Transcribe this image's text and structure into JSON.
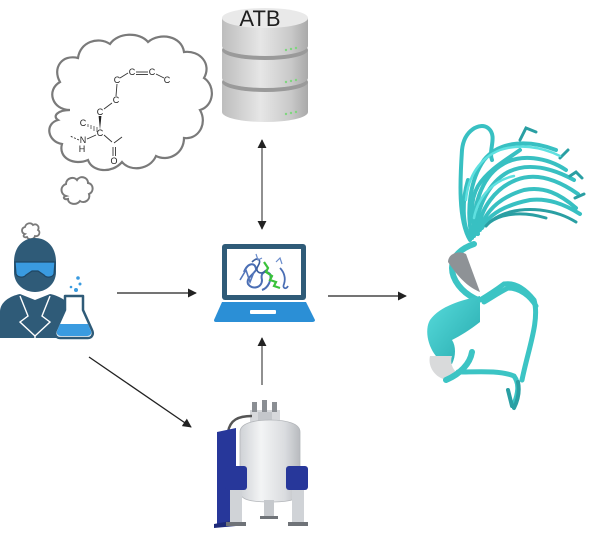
{
  "diagram": {
    "type": "workflow",
    "nodes": [
      {
        "id": "scientist",
        "label": "",
        "icon": "scientist-icon",
        "description": "Researcher with goggles and flask"
      },
      {
        "id": "thought",
        "label": "",
        "icon": "thought-bubble-icon",
        "description": "Thought cloud containing a modified amino acid structure"
      },
      {
        "id": "database",
        "label": "ATB",
        "icon": "database-icon"
      },
      {
        "id": "computer",
        "label": "",
        "icon": "laptop-icon",
        "description": "Laptop showing protein structure"
      },
      {
        "id": "nmr",
        "label": "",
        "icon": "nmr-spectrometer-icon",
        "description": "NMR spectrometer"
      },
      {
        "id": "ensemble",
        "label": "",
        "icon": "protein-ensemble-icon",
        "description": "Superimposed peptide structure ensemble"
      }
    ],
    "edges": [
      {
        "from": "scientist",
        "to": "computer",
        "direction": "forward"
      },
      {
        "from": "scientist",
        "to": "nmr",
        "direction": "forward"
      },
      {
        "from": "database",
        "to": "computer",
        "direction": "bidirectional"
      },
      {
        "from": "nmr",
        "to": "computer",
        "direction": "forward"
      },
      {
        "from": "computer",
        "to": "ensemble",
        "direction": "forward"
      }
    ]
  },
  "molecule": {
    "atoms": {
      "c_terminal": "C",
      "c_double_1": "C",
      "c_double_2": "C",
      "c_chain_1": "C",
      "c_chain_2": "C",
      "c_chain_3": "C",
      "c_methyl": "C",
      "c_alpha": "C",
      "n_amide": "N",
      "h_amide": "H",
      "o_carbonyl": "O"
    }
  },
  "colors": {
    "scientist": "#2f5b78",
    "goggles": "#3a9be0",
    "flask_liquid": "#3a9be0",
    "laptop_frame": "#2f5b78",
    "laptop_base": "#2b8fd6",
    "protein_teal": "#3cc4c4",
    "nmr_blue": "#27379a",
    "database_gray": "#c8c8c8",
    "arrow": "#222222"
  }
}
